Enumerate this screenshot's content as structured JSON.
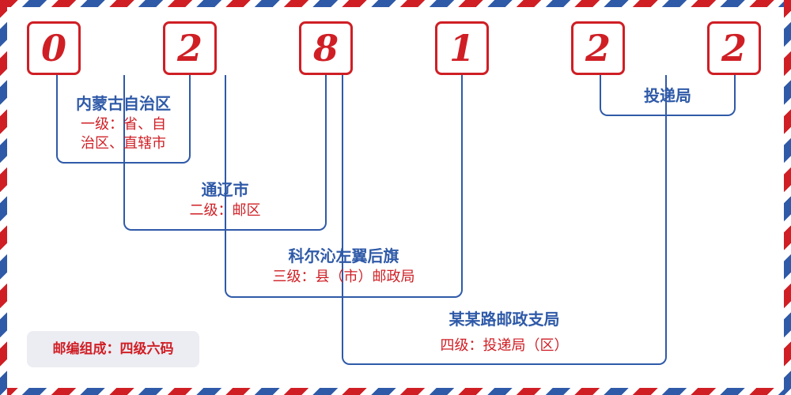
{
  "digits": [
    "0",
    "2",
    "8",
    "1",
    "2",
    "2"
  ],
  "levels": [
    {
      "name": "内蒙古自治区",
      "level_line1": "一级：省、自",
      "level_line2": "治区、直辖市"
    },
    {
      "name": "通辽市",
      "level": "二级：邮区"
    },
    {
      "name": "科尔沁左翼后旗",
      "level": "三级：县（市）邮政局"
    },
    {
      "name": "某某路邮政支局",
      "level": "四级：投递局（区）"
    },
    {
      "name": "投递局"
    }
  ],
  "badge": "邮编组成：四级六码",
  "colors": {
    "red": "#cf1f25",
    "blue": "#2f5aa8",
    "badge_bg": "#ececf3"
  }
}
